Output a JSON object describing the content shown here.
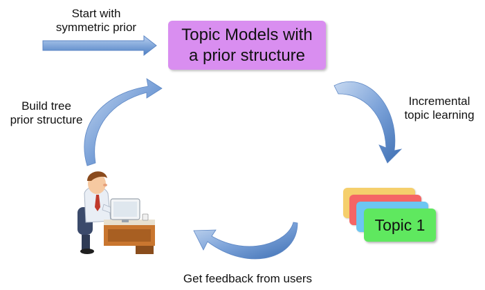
{
  "diagram": {
    "central_box": {
      "text": "Topic Models with\na prior structure",
      "color": "#d98ef0"
    },
    "start_label": "Start with\nsymmetric prior",
    "incremental_label": "Incremental\ntopic learning",
    "feedback_label": "Get feedback from users",
    "build_label": "Build tree\nprior structure",
    "topic_card": {
      "label": "Topic 1",
      "color": "#5fe85f"
    },
    "stack_colors": [
      "#f5cf6c",
      "#f56565",
      "#6cc6f2"
    ],
    "arrow_color": "#6f98d2"
  }
}
